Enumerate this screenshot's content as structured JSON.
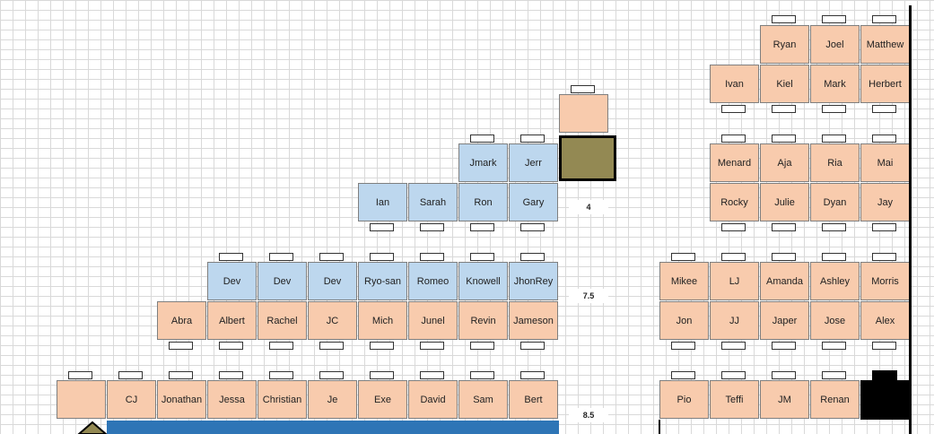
{
  "row_labels": {
    "r1": "4",
    "r2": "7.5",
    "r3": "8.5"
  },
  "right_top": {
    "row_a": [
      "Ryan",
      "Joel",
      "Matthew"
    ],
    "row_b": [
      "Ivan",
      "Kiel",
      "Mark",
      "Herbert"
    ]
  },
  "right_mid": {
    "row_a": [
      "Menard",
      "Aja",
      "Ria",
      "Mai"
    ],
    "row_b": [
      "Rocky",
      "Julie",
      "Dyan",
      "Jay"
    ]
  },
  "right_low": {
    "row_a": [
      "Mikee",
      "LJ",
      "Amanda",
      "Ashley",
      "Morris"
    ],
    "row_b": [
      "Jon",
      "JJ",
      "Japer",
      "Jose",
      "Alex"
    ]
  },
  "right_bottom": [
    "Pio",
    "Teffi",
    "JM",
    "Renan"
  ],
  "left_top": {
    "row_a": [
      "Jmark",
      "Jerr"
    ],
    "row_b": [
      "Ian",
      "Sarah",
      "Ron",
      "Gary"
    ]
  },
  "left_mid": {
    "row_a": [
      "Dev",
      "Dev",
      "Dev",
      "Ryo-san",
      "Romeo",
      "Knowell",
      "JhonRey"
    ],
    "row_b": [
      "Abra",
      "Albert",
      "Rachel",
      "JC",
      "Mich",
      "Junel",
      "Revin",
      "Jameson"
    ]
  },
  "left_bottom": [
    "",
    "CJ",
    "Jonathan",
    "Jessa",
    "Christian",
    "Je",
    "Exe",
    "David",
    "Sam",
    "Bert"
  ],
  "colors": {
    "peach": "#f8cbad",
    "light_blue": "#bdd7ee",
    "dark_blue": "#2e75b6",
    "olive": "#938953"
  }
}
